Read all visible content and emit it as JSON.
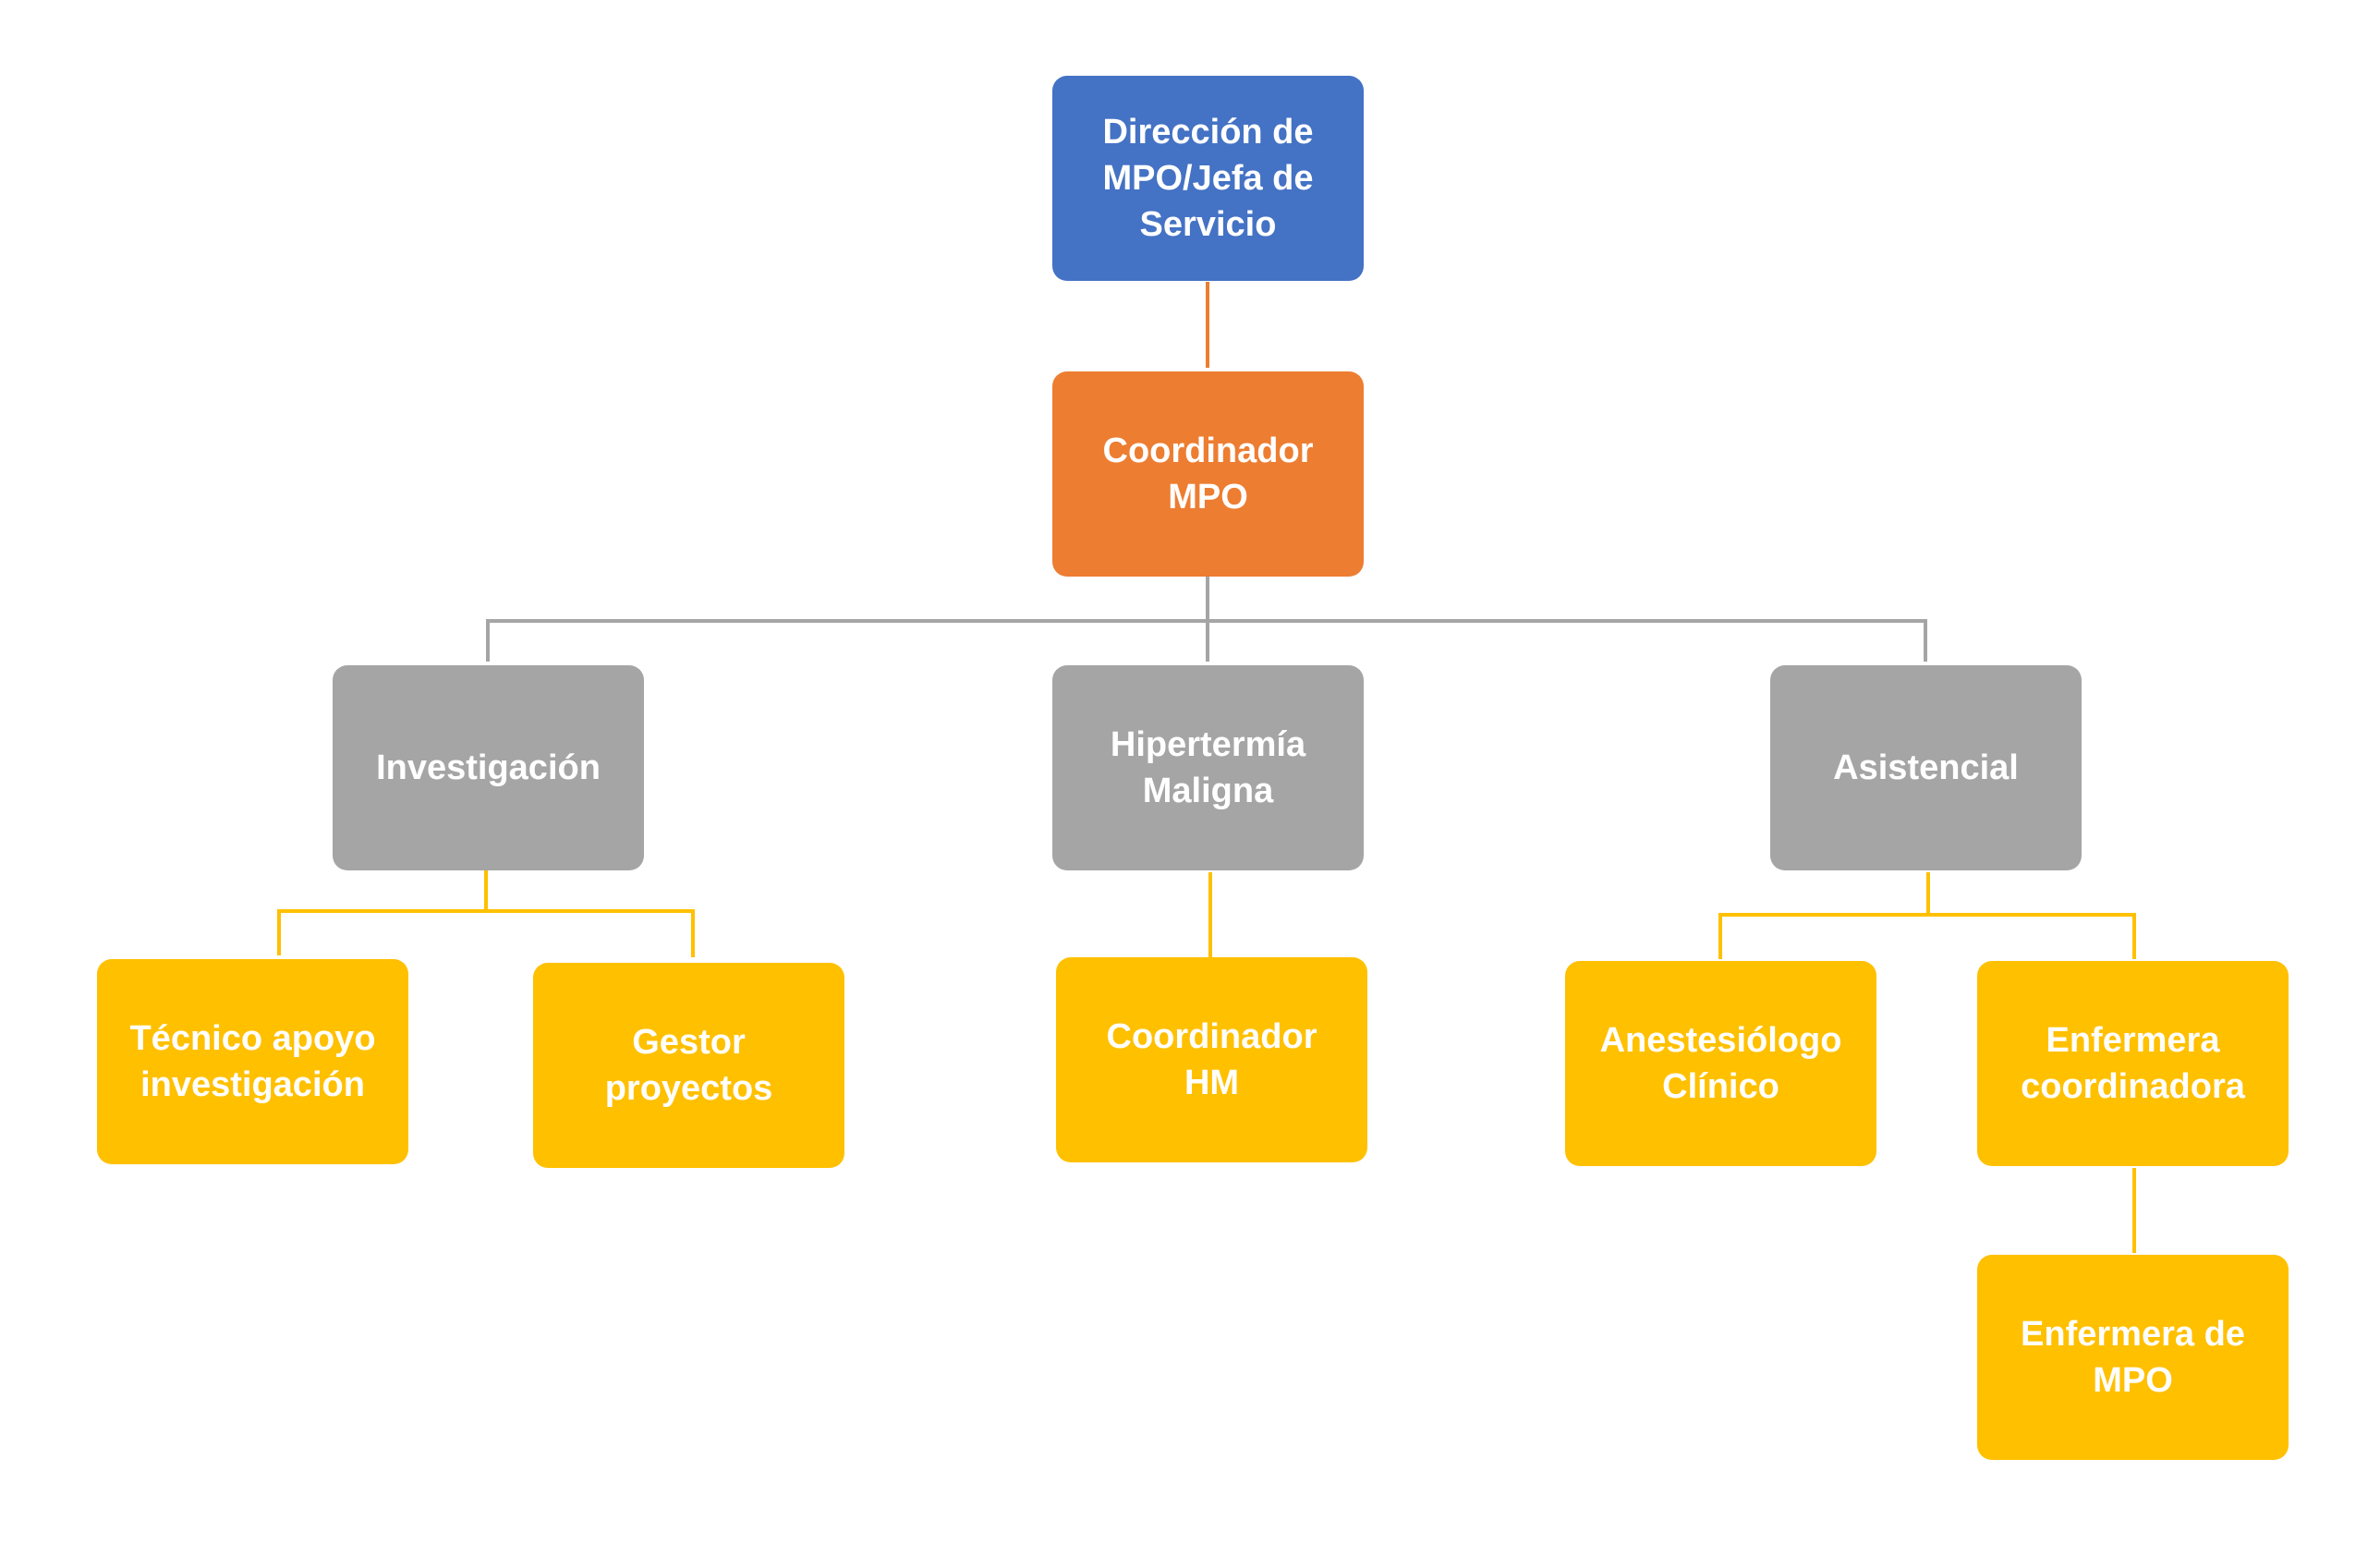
{
  "colors": {
    "direction": "#4472c4",
    "coordinator": "#ed7d31",
    "area": "#a5a5a5",
    "role": "#ffc000",
    "connector_orange": "#ed7d31",
    "connector_gray": "#a5a5a5",
    "connector_gold": "#ffc000"
  },
  "nodes": {
    "direccion": "Dirección de\nMPO/Jefa de\nServicio",
    "coordinador_mpo": "Coordinador\nMPO",
    "investigacion": "Investigación",
    "hipertermia": "Hipertermía\nMaligna",
    "asistencial": "Asistencial",
    "tecnico_apoyo": "Técnico apoyo\ninvestigación",
    "gestor_proyectos": "Gestor\nproyectos",
    "coordinador_hm": "Coordinador\nHM",
    "anestesiologo": "Anestesiólogo\nClínico",
    "enfermera_coordinadora": "Enfermera\ncoordinadora",
    "enfermera_mpo": "Enfermera de\nMPO"
  }
}
